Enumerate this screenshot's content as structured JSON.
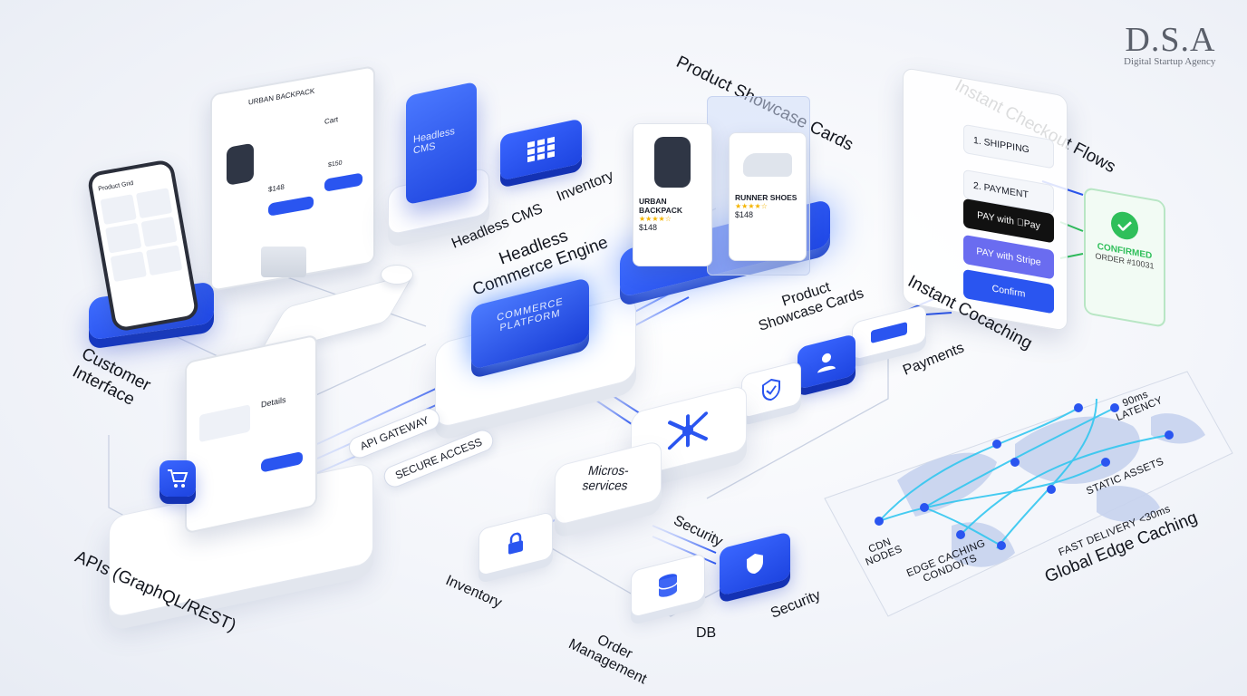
{
  "brand": {
    "logo": "D.S.A",
    "tagline": "Digital Startup Agency"
  },
  "labels": {
    "customer_interface": "Customer\nInterface",
    "apis": "APIs (GraphQL/REST)",
    "headless_cms": "Headless CMS",
    "headless_cms_box": "Headless\nCMS",
    "inventory_top": "Inventory",
    "engine_title": "Headless\nCommerce Engine",
    "engine_chip": "COMMERCE\nPLATFORM",
    "product_showcase_title": "Product Showcase Cards",
    "product_showcase_bottom": "Product\nShowcase Cards",
    "instant_checkout": "Instant Checkout Flows",
    "instant_cocaching": "Instant Cocaching",
    "payments": "Payments",
    "microservices": "Micros-\nservices",
    "security_mid": "Security",
    "security_bottom": "Security",
    "inventory_bottom": "Inventory",
    "order_management": "Order\nManagement",
    "db": "DB",
    "global_edge": "Global Edge Caching"
  },
  "pills": {
    "api_gateway": "API GATEWAY",
    "secure_access": "SECURE ACCESS"
  },
  "products": [
    {
      "name": "URBAN BACKPACK",
      "price": "$148",
      "stars": "★★★★☆"
    },
    {
      "name": "RUNNER SHOES",
      "price": "$148",
      "stars": "★★★★☆"
    }
  ],
  "monitor": {
    "product": "URBAN BACKPACK",
    "price": "$148",
    "cart": "Cart",
    "total": "$150"
  },
  "phone": {
    "title": "Product Grid"
  },
  "tablet": {
    "heading": "Details"
  },
  "checkout": {
    "steps": [
      "1. SHIPPING",
      "2. PAYMENT"
    ],
    "apple_pay": "PAY with Pay",
    "stripe": "PAY with Stripe",
    "confirm": "Confirm",
    "confirmed": "CONFIRMED",
    "order": "ORDER #10031"
  },
  "map": {
    "latency": "90ms\nLATENCY",
    "static_assets": "STATIC ASSETS",
    "fast_delivery": "FAST DELIVERY <30ms",
    "cdn_nodes": "CDN\nNODES",
    "edge_caching": "EDGE CACHING\nCONDOITS"
  },
  "colors": {
    "accent": "#2a55f0",
    "accent_dark": "#1638c0",
    "success": "#2fbf5a",
    "wire": "#5b86ff"
  }
}
